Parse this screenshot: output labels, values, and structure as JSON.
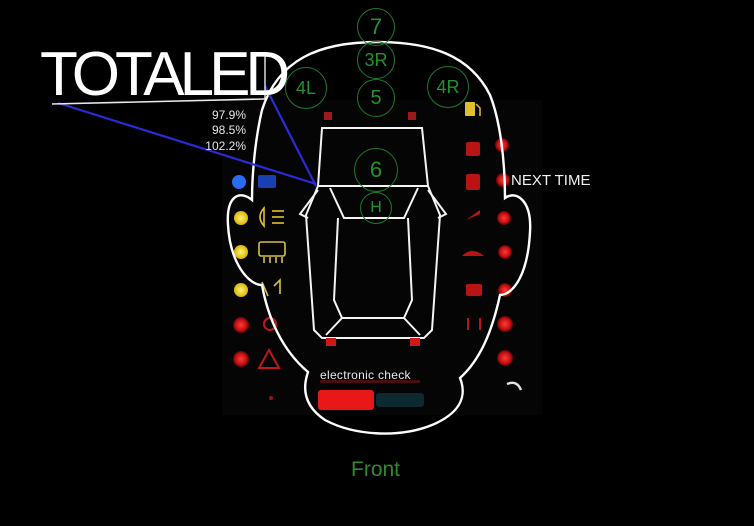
{
  "overlay": {
    "title": "TOTALED",
    "percentages": [
      "97.9%",
      "98.5%",
      "102.2%"
    ],
    "side_note": "NEXT TIME",
    "caption": "Front"
  },
  "dashboard": {
    "banner_text": "electronic check"
  },
  "zones": [
    {
      "id": "7",
      "label": "7"
    },
    {
      "id": "3R",
      "label": "3R"
    },
    {
      "id": "5",
      "label": "5"
    },
    {
      "id": "4L",
      "label": "4L"
    },
    {
      "id": "4R",
      "label": "4R"
    },
    {
      "id": "6",
      "label": "6"
    },
    {
      "id": "H",
      "label": "H"
    }
  ],
  "colors": {
    "background": "#000000",
    "outline": "#ffffff",
    "zone_ring": "#1f7a2a",
    "caption": "#2e8a2e",
    "pointer_line": "#2b2bd6",
    "warning_red": "#d81818",
    "indicator_yellow": "#f2d21b",
    "indicator_blue": "#2a6cf0"
  }
}
